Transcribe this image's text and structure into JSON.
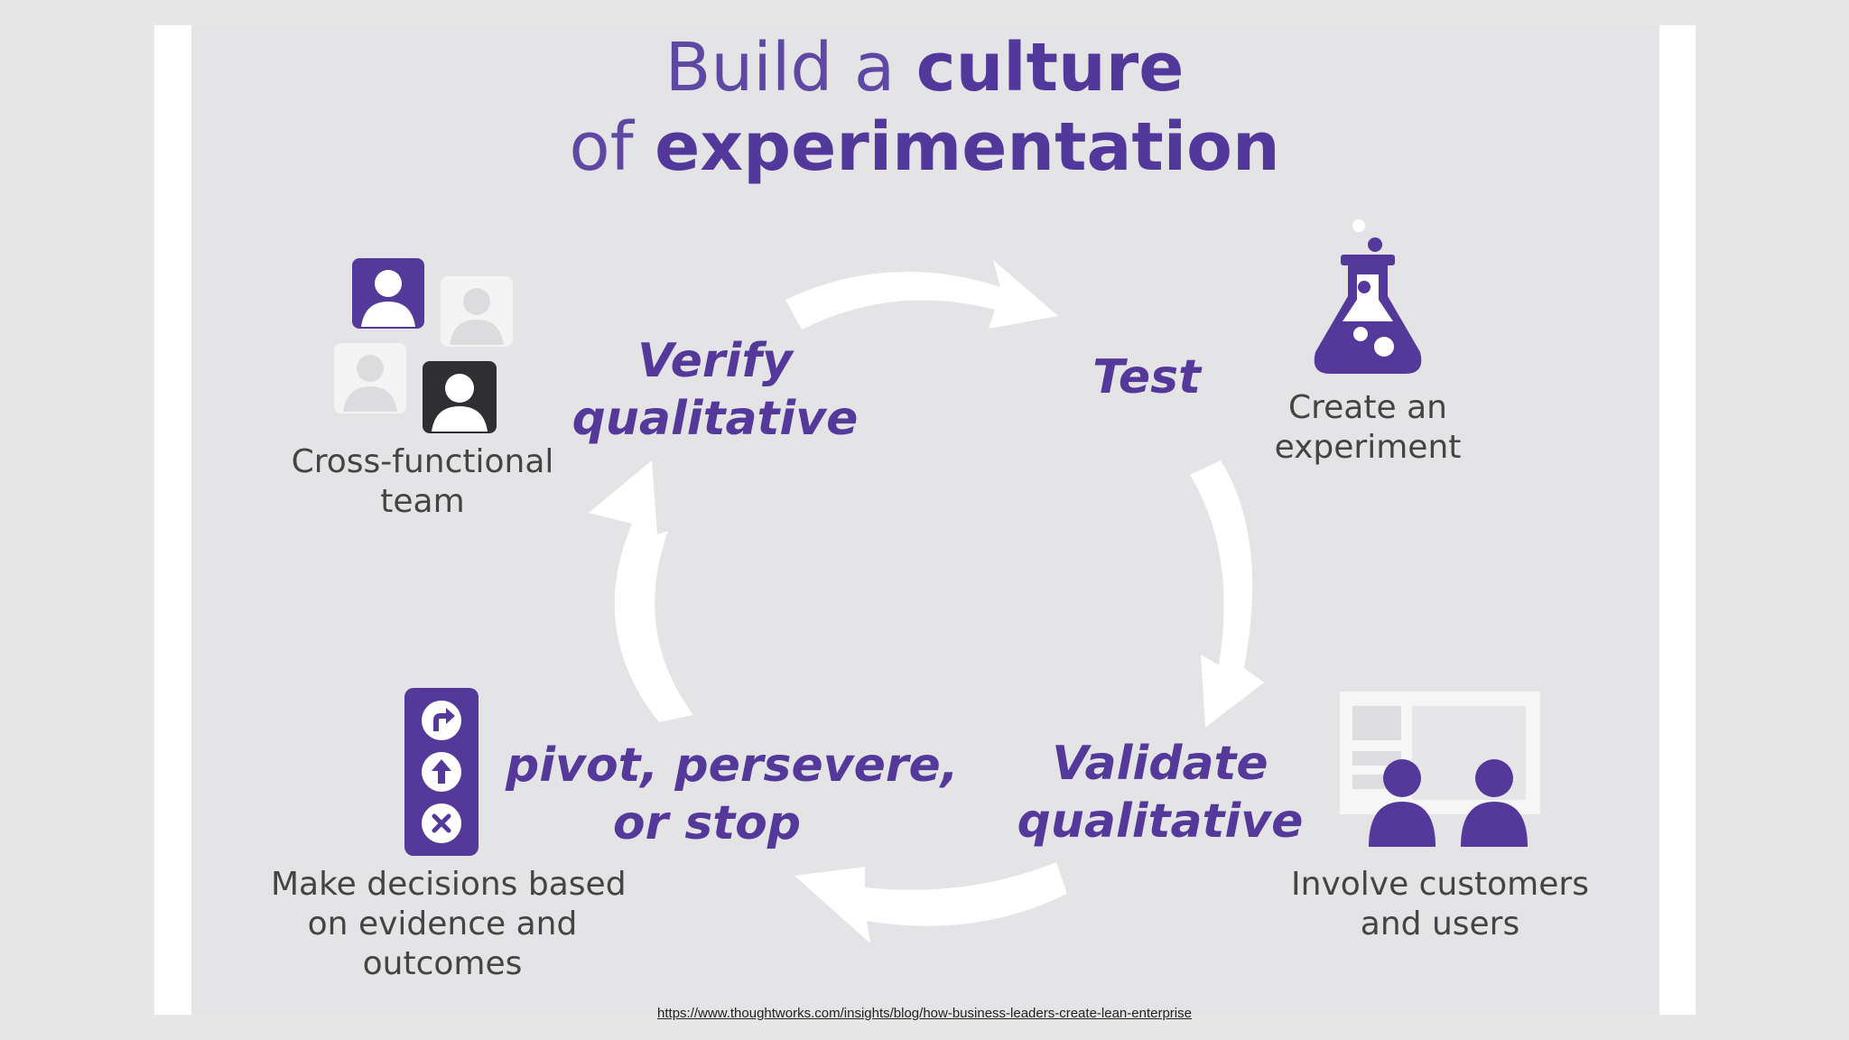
{
  "title": {
    "line1_regular": "Build a ",
    "line1_bold": "culture",
    "line2_regular": "of ",
    "line2_bold": "experimentation"
  },
  "stages": {
    "verify": [
      "Verify",
      "qualitative"
    ],
    "test": "Test",
    "validate": [
      "Validate",
      "qualitative"
    ],
    "pivot": [
      "pivot, persevere,",
      "or stop"
    ]
  },
  "captions": {
    "team": [
      "Cross-functional",
      "team"
    ],
    "experiment": [
      "Create an",
      "experiment"
    ],
    "customers": [
      "Involve customers",
      "and users"
    ],
    "decisions": [
      "Make decisions based",
      "on evidence and",
      "outcomes"
    ]
  },
  "icons": {
    "team": "team-avatars-icon",
    "experiment": "flask-icon",
    "customers": "customers-screen-icon",
    "decisions": "decision-options-icon"
  },
  "source_link": "https://www.thoughtworks.com/insights/blog/how-business-leaders-create-lean-enterprise",
  "colors": {
    "purple": "#54399b",
    "dark_icon": "#2f2f33",
    "arrow": "#ffffff",
    "caption_text": "#444444"
  }
}
